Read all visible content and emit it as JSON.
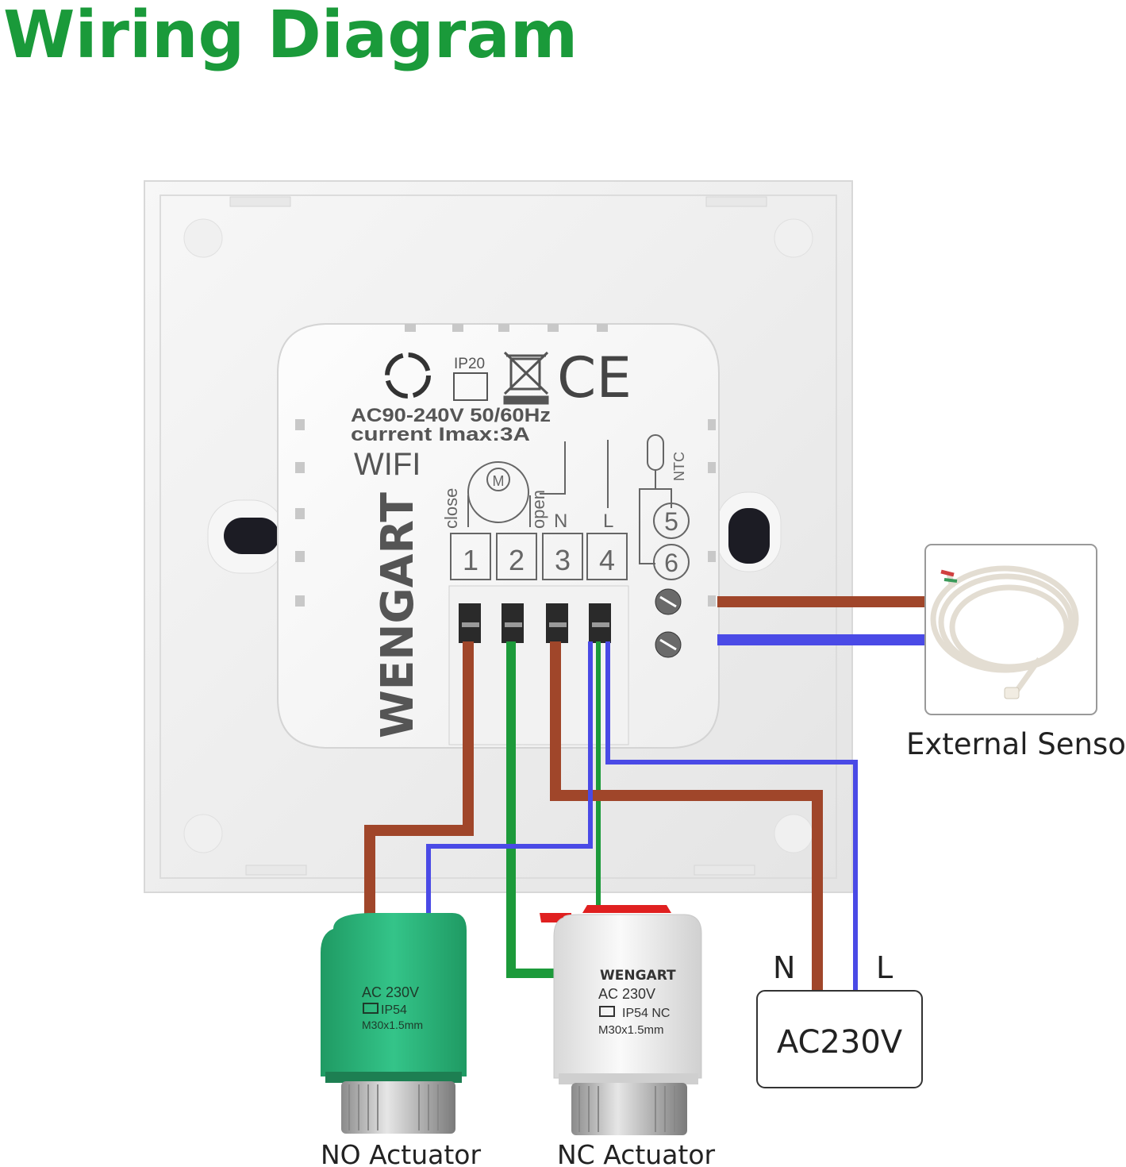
{
  "title": "Wiring Diagram",
  "colors": {
    "title": "#1a9a3a",
    "wire_brown": "#a0462a",
    "wire_blue": "#4a4ae6",
    "wire_green": "#1c9a3a",
    "no_actuator_body": "#2cb87a",
    "nc_cap": "#e02020"
  },
  "thermostat": {
    "brand": "WENGART",
    "rating": "AC90-240V 50/60Hz",
    "current": "current Imax:3A",
    "wifi": "WIFI",
    "ip_rating": "IP20",
    "ce_mark": "CE",
    "terminal_labels": [
      "close",
      "open",
      "N",
      "L",
      "NTC"
    ],
    "terminals": [
      "1",
      "2",
      "3",
      "4",
      "5",
      "6"
    ]
  },
  "external_sensor": {
    "label": "External Sensor"
  },
  "no_actuator": {
    "label": "NO Actuator",
    "print": [
      "AC 230V",
      "IP54",
      "M30x1.5mm"
    ]
  },
  "nc_actuator": {
    "label": "NC Actuator",
    "print": [
      "WENGART",
      "AC 230V",
      "IP54 NC",
      "M30x1.5mm"
    ]
  },
  "power": {
    "label": "AC230V",
    "n_label": "N",
    "l_label": "L"
  }
}
